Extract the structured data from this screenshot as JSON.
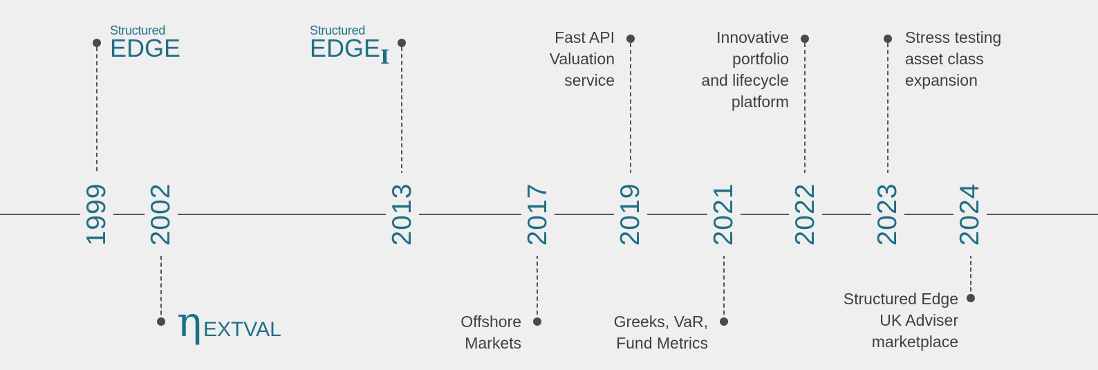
{
  "timeline": {
    "years": [
      "1999",
      "2002",
      "2013",
      "2017",
      "2019",
      "2021",
      "2022",
      "2023",
      "2024"
    ],
    "brands": {
      "edge": {
        "top": "Structured",
        "main": "EDGE"
      },
      "edge_i": {
        "top": "Structured",
        "main": "EDGE",
        "sub": "I"
      },
      "nextval": {
        "symbol": "η",
        "text": "EXTVAL"
      }
    },
    "events": {
      "offshore": "Offshore\nMarkets",
      "fast_api": "Fast API\nValuation\nservice",
      "greeks": "Greeks, VaR,\nFund Metrics",
      "innovative": "Innovative\nportfolio\nand lifecycle\nplatform",
      "stress": "Stress testing\nasset class\nexpansion",
      "uk_adviser": "Structured Edge\nUK Adviser\nmarketplace"
    }
  },
  "colors": {
    "accent": "#1f6f86",
    "line": "#555555",
    "text": "#3f3f3f",
    "background": "#efefef"
  }
}
